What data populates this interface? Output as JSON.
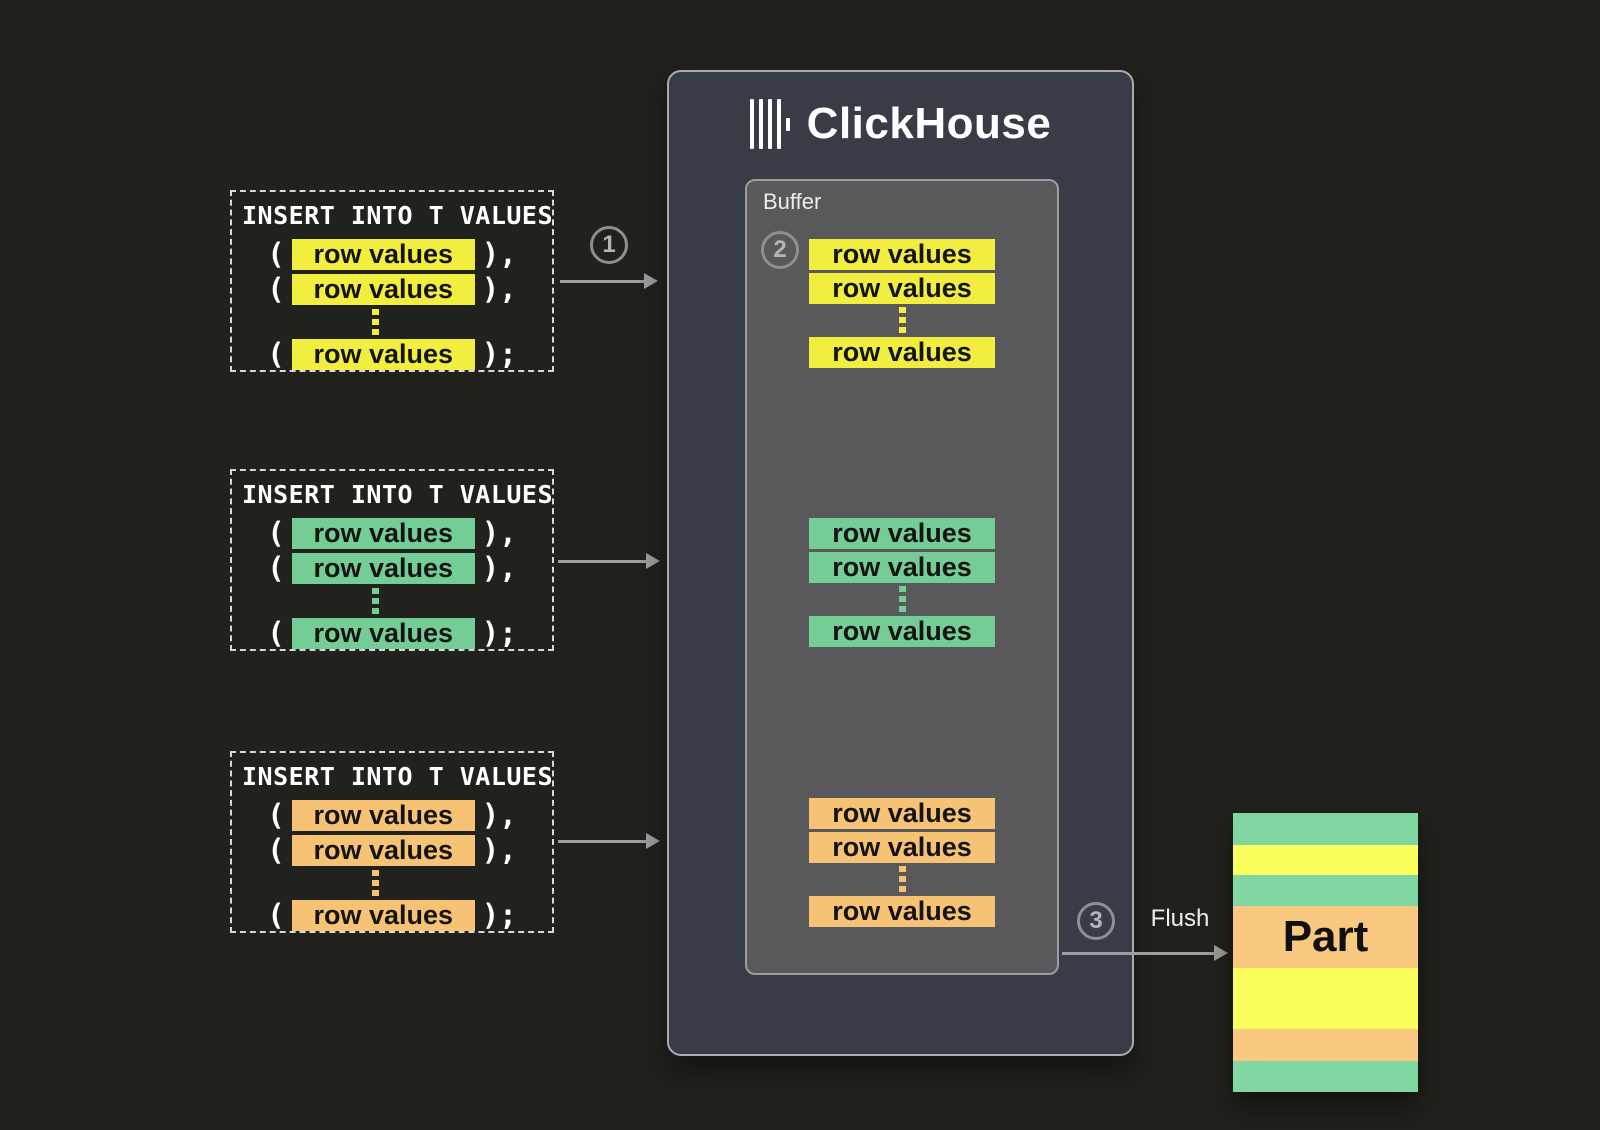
{
  "palette": {
    "background": "#21211d",
    "insert_border": "#d8d8d8",
    "clickhouse_fill": "#373c47",
    "clickhouse_border": "#a9abae",
    "buffer_fill": "#59595b",
    "buffer_border": "#9d9d9d",
    "yellow": "#f2ee3f",
    "green": "#74cd95",
    "orange": "#f6c273",
    "part_green": "#81d7a2",
    "part_yellow": "#fbff5e",
    "part_orange": "#fac981",
    "arrow": "#9e9e9e",
    "step_border": "#8f8f8f",
    "step_text": "#b5b5b5"
  },
  "inserts": [
    {
      "title": "INSERT INTO T VALUES",
      "color": "yellow",
      "rows": [
        {
          "prefix": "(",
          "chip": "row values",
          "suffix": "),"
        },
        {
          "prefix": "(",
          "chip": "row values",
          "suffix": "),"
        },
        {
          "prefix": "(",
          "chip": "row values",
          "suffix": ");"
        }
      ]
    },
    {
      "title": "INSERT INTO T VALUES",
      "color": "green",
      "rows": [
        {
          "prefix": "(",
          "chip": "row values",
          "suffix": "),"
        },
        {
          "prefix": "(",
          "chip": "row values",
          "suffix": "),"
        },
        {
          "prefix": "(",
          "chip": "row values",
          "suffix": ");"
        }
      ]
    },
    {
      "title": "INSERT INTO T VALUES",
      "color": "orange",
      "rows": [
        {
          "prefix": "(",
          "chip": "row values",
          "suffix": "),"
        },
        {
          "prefix": "(",
          "chip": "row values",
          "suffix": "),"
        },
        {
          "prefix": "(",
          "chip": "row values",
          "suffix": ");"
        }
      ]
    }
  ],
  "steps": {
    "one": "1",
    "two": "2",
    "three": "3"
  },
  "clickhouse": {
    "title": "ClickHouse",
    "logo_icon": "clickhouse-bars-logo"
  },
  "buffer": {
    "label": "Buffer",
    "groups": [
      {
        "color": "yellow",
        "rows": [
          "row values",
          "row values",
          "row values"
        ]
      },
      {
        "color": "green",
        "rows": [
          "row values",
          "row values",
          "row values"
        ]
      },
      {
        "color": "orange",
        "rows": [
          "row values",
          "row values",
          "row values"
        ]
      }
    ]
  },
  "flush": {
    "label": "Flush"
  },
  "part": {
    "label": "Part",
    "stripes": [
      "part_green",
      "part_yellow",
      "part_green",
      "part_orange",
      "part_yellow",
      "part_orange",
      "part_green"
    ]
  }
}
